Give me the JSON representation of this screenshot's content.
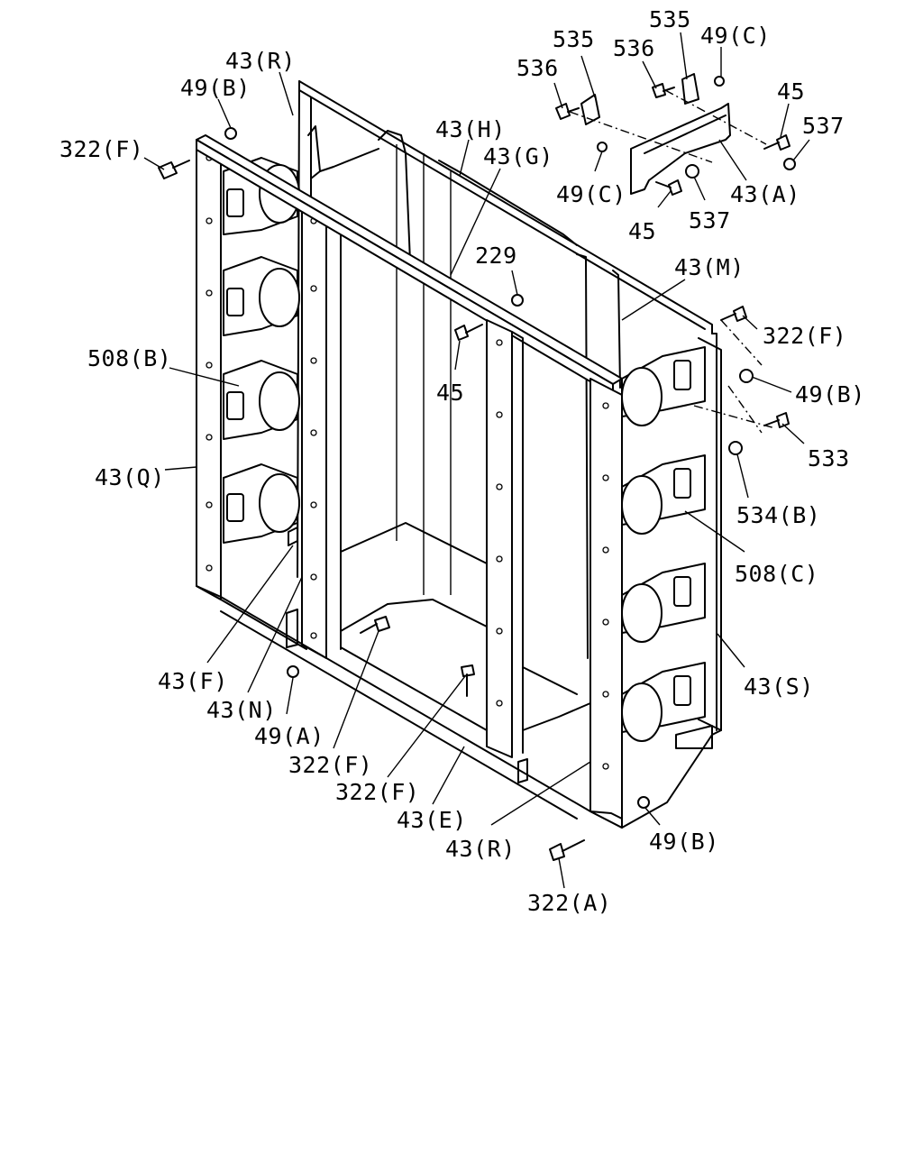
{
  "labels": [
    "43(R)",
    "49(B)",
    "322(F)",
    "43(H)",
    "43(G)",
    "535",
    "536",
    "535",
    "536",
    "49(C)",
    "45",
    "537",
    "49(C)",
    "45",
    "537",
    "43(A)",
    "229",
    "43(M)",
    "322(F)",
    "45",
    "508(B)",
    "49(B)",
    "533",
    "43(Q)",
    "534(B)",
    "508(C)",
    "43(F)",
    "43(N)",
    "49(A)",
    "322(F)",
    "322(F)",
    "43(E)",
    "43(R)",
    "43(S)",
    "49(B)",
    "322(A)"
  ]
}
